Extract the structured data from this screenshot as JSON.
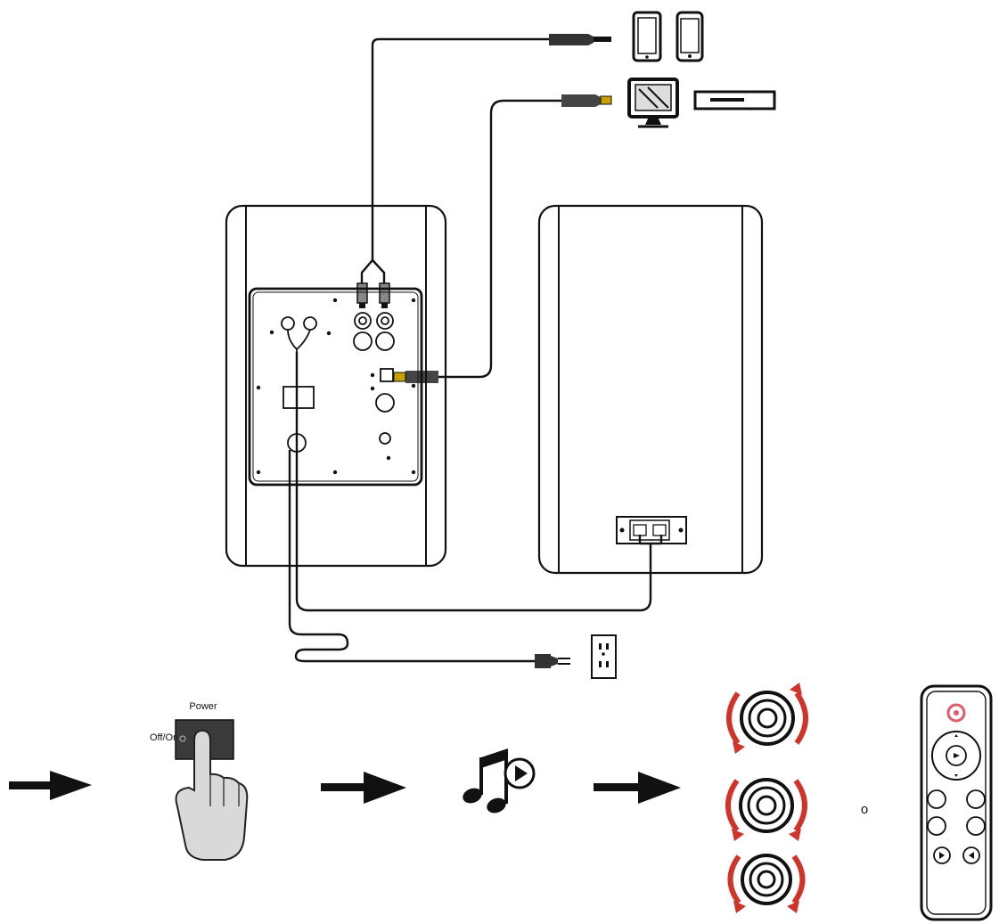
{
  "diagram": {
    "power_switch": {
      "title": "Power",
      "off_on_label": "Off/On"
    },
    "alternative_label": "o",
    "colors": {
      "line": "#111111",
      "knob_arrow": "#d0332a",
      "remote_power_button": "#e05a6a"
    },
    "icons": [
      "tablet-icon",
      "smartphone-icon",
      "monitor-icon",
      "tv-box-icon",
      "power-outlet-icon",
      "power-plug-icon",
      "finger-press-icon",
      "music-play-icon",
      "volume-knob-icon",
      "remote-control-icon",
      "right-arrow-icon"
    ]
  }
}
